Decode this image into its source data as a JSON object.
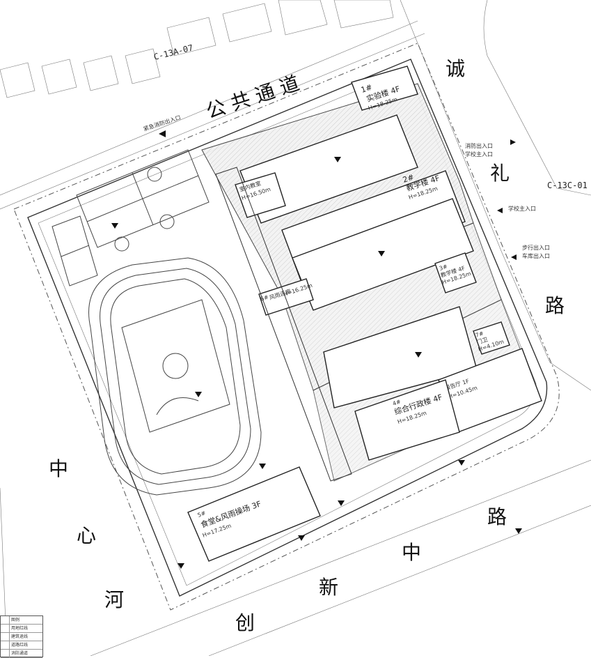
{
  "roads": {
    "north": "公 共 通 道",
    "east": [
      "诚",
      "礼",
      "路"
    ],
    "south": [
      "创",
      "新",
      "中",
      "路"
    ],
    "west": [
      "中",
      "心",
      "河"
    ]
  },
  "plots": {
    "north_plot": "C-13A-07",
    "east_plot": "C-13C-01"
  },
  "buildings": [
    {
      "id": "1#",
      "name": "实验楼 4F",
      "height": "H=18.25m"
    },
    {
      "id": "2#",
      "name": "教学楼 4F",
      "height": "H=18.25m"
    },
    {
      "id": "3#",
      "name": "教学楼 4F",
      "height": "H=18.25m"
    },
    {
      "id": "4#",
      "name": "综合行政楼 4F",
      "height": "H=18.25m"
    },
    {
      "id": "5#",
      "name": "食堂&风雨操场 3F",
      "height": "H=17.25m"
    },
    {
      "id": "6#",
      "name": "风雨连廊",
      "height": "H=16.25m"
    },
    {
      "id": "7#",
      "name": "门卫",
      "height": "H=4.10m"
    },
    {
      "id": "8#",
      "name": "报告厅 1F",
      "height": "H=10.45m"
    },
    {
      "id": "9#",
      "name": "室内教室",
      "height": "H=16.50m"
    }
  ],
  "entrances": {
    "north_fire": "紧急消防出入口",
    "east_fire": "消防出入口",
    "east_main_a": "学校主入口",
    "east_main_b": "学校主入口",
    "east_pedestrian": "步行出入口",
    "east_parking": "车库出入口"
  },
  "legend": {
    "rows": [
      "图例",
      "用地红线",
      "建筑退线",
      "道路红线",
      "消防通道"
    ]
  }
}
